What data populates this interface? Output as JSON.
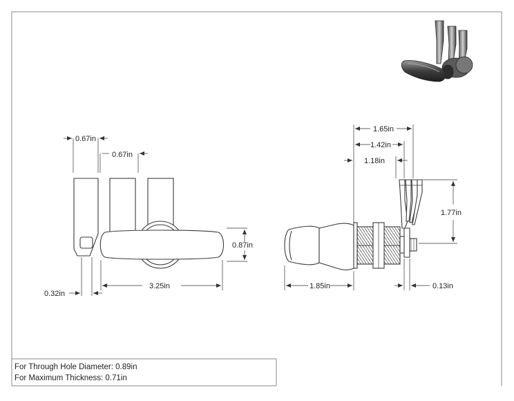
{
  "dimensions": {
    "front_top_width": "0.67in",
    "front_tab_spacing": "0.67in",
    "front_handle_height": "0.87in",
    "front_bottom_offset": "0.32in",
    "front_handle_length": "3.25in",
    "side_overall_depth": "1.65in",
    "side_depth_2": "1.42in",
    "side_depth_3": "1.18in",
    "side_cam_height": "1.77in",
    "side_handle_depth": "1.85in",
    "side_cam_thickness": "0.13in"
  },
  "notes": {
    "hole_diameter": "For Through Hole Diameter: 0.89in",
    "max_thickness": "For Maximum Thickness: 0.71in"
  },
  "colors": {
    "line": "#3a3a3a",
    "frame": "#888888",
    "render_dark": "#4a4a4a"
  }
}
